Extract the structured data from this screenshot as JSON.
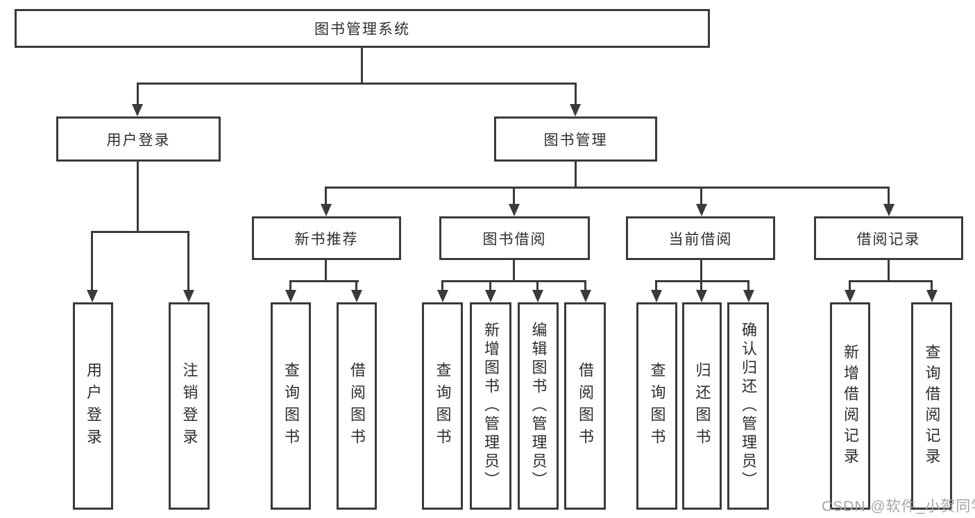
{
  "root": {
    "label": "图书管理系统"
  },
  "level2": [
    {
      "label": "用户登录"
    },
    {
      "label": "图书管理"
    }
  ],
  "level3": [
    {
      "label": "新书推荐"
    },
    {
      "label": "图书借阅"
    },
    {
      "label": "当前借阅"
    },
    {
      "label": "借阅记录"
    }
  ],
  "leaves": {
    "user_login": [
      {
        "label": "用户登录"
      },
      {
        "label": "注销登录"
      }
    ],
    "new_books": [
      {
        "label": "查询图书"
      },
      {
        "label": "借阅图书"
      }
    ],
    "book_borrow": [
      {
        "label": "查询图书"
      },
      {
        "label": "新增图书（管理员）"
      },
      {
        "label": "编辑图书（管理员）"
      },
      {
        "label": "借阅图书"
      }
    ],
    "current_borrow": [
      {
        "label": "查询图书"
      },
      {
        "label": "归还图书"
      },
      {
        "label": "确认归还（管理员）"
      }
    ],
    "borrow_records": [
      {
        "label": "新增借阅记录"
      },
      {
        "label": "查询借阅记录"
      }
    ]
  },
  "watermark": "CSDN @软件_小贺同学",
  "colors": {
    "line": "#3a3a3a",
    "text": "#2d2d2d",
    "watermark": "#a5a5a5",
    "background": "#ffffff"
  }
}
